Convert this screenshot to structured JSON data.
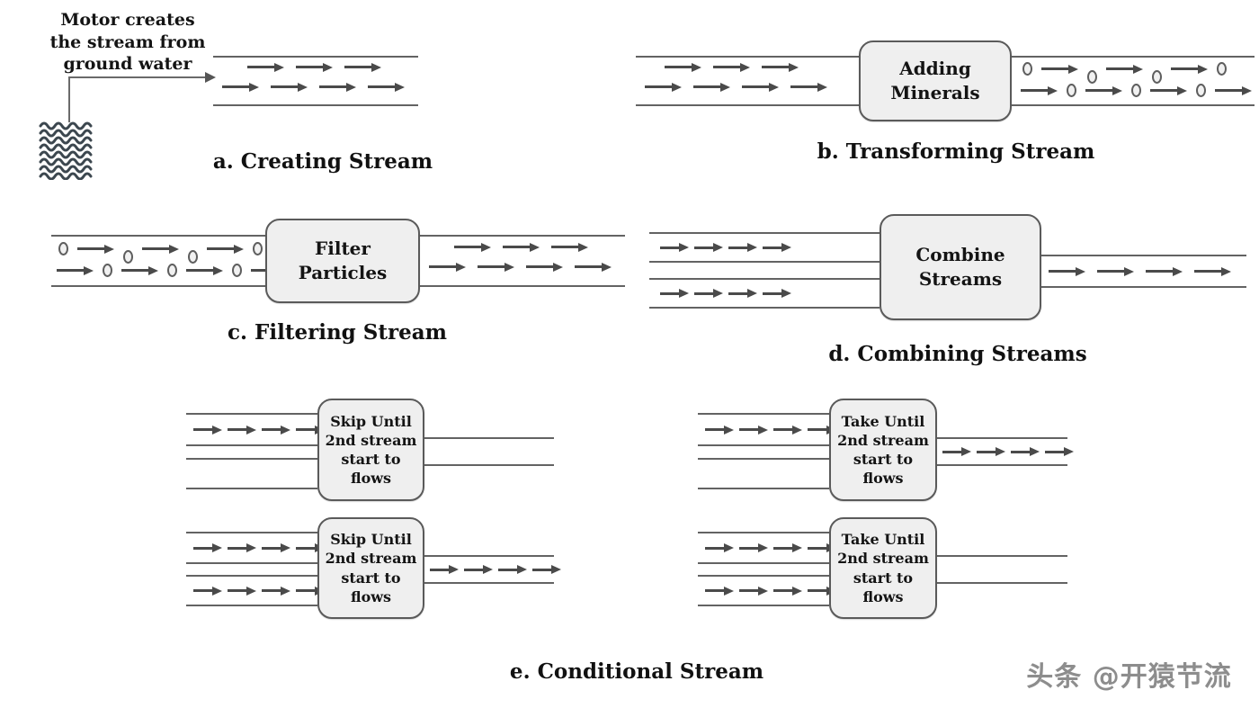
{
  "panels": {
    "a": {
      "caption": "a. Creating Stream",
      "annotation": "Motor creates\nthe stream from\nground water"
    },
    "b": {
      "caption": "b. Transforming Stream",
      "operator": "Adding\nMinerals"
    },
    "c": {
      "caption": "c. Filtering Stream",
      "operator": "Filter\nParticles"
    },
    "d": {
      "caption": "d. Combining Streams",
      "operator": "Combine\nStreams"
    },
    "e": {
      "caption": "e. Conditional Stream",
      "skip_operator": "Skip Until\n2nd stream\nstart to\nflows",
      "take_operator": "Take Until\n2nd stream\nstart to\nflows"
    }
  },
  "flow_patterns": {
    "mixed_top": [
      "c",
      "a",
      "cl",
      "a",
      "cl",
      "a",
      "c"
    ],
    "mixed_bottom": [
      "a",
      "c",
      "a",
      "c",
      "a",
      "c",
      "a",
      "c"
    ]
  },
  "icons": {
    "water_source": "water-waves-icon",
    "flow_arrow": "flow-arrow-icon",
    "particle": "particle-icon"
  },
  "colors": {
    "pipe_line": "#636363",
    "arrow": "#4a4a4a",
    "box_fill": "#efefef",
    "box_border": "#5a5a5a",
    "text": "#141414",
    "watermark": "#8d8d8d"
  },
  "watermark": "头条 @开猿节流"
}
